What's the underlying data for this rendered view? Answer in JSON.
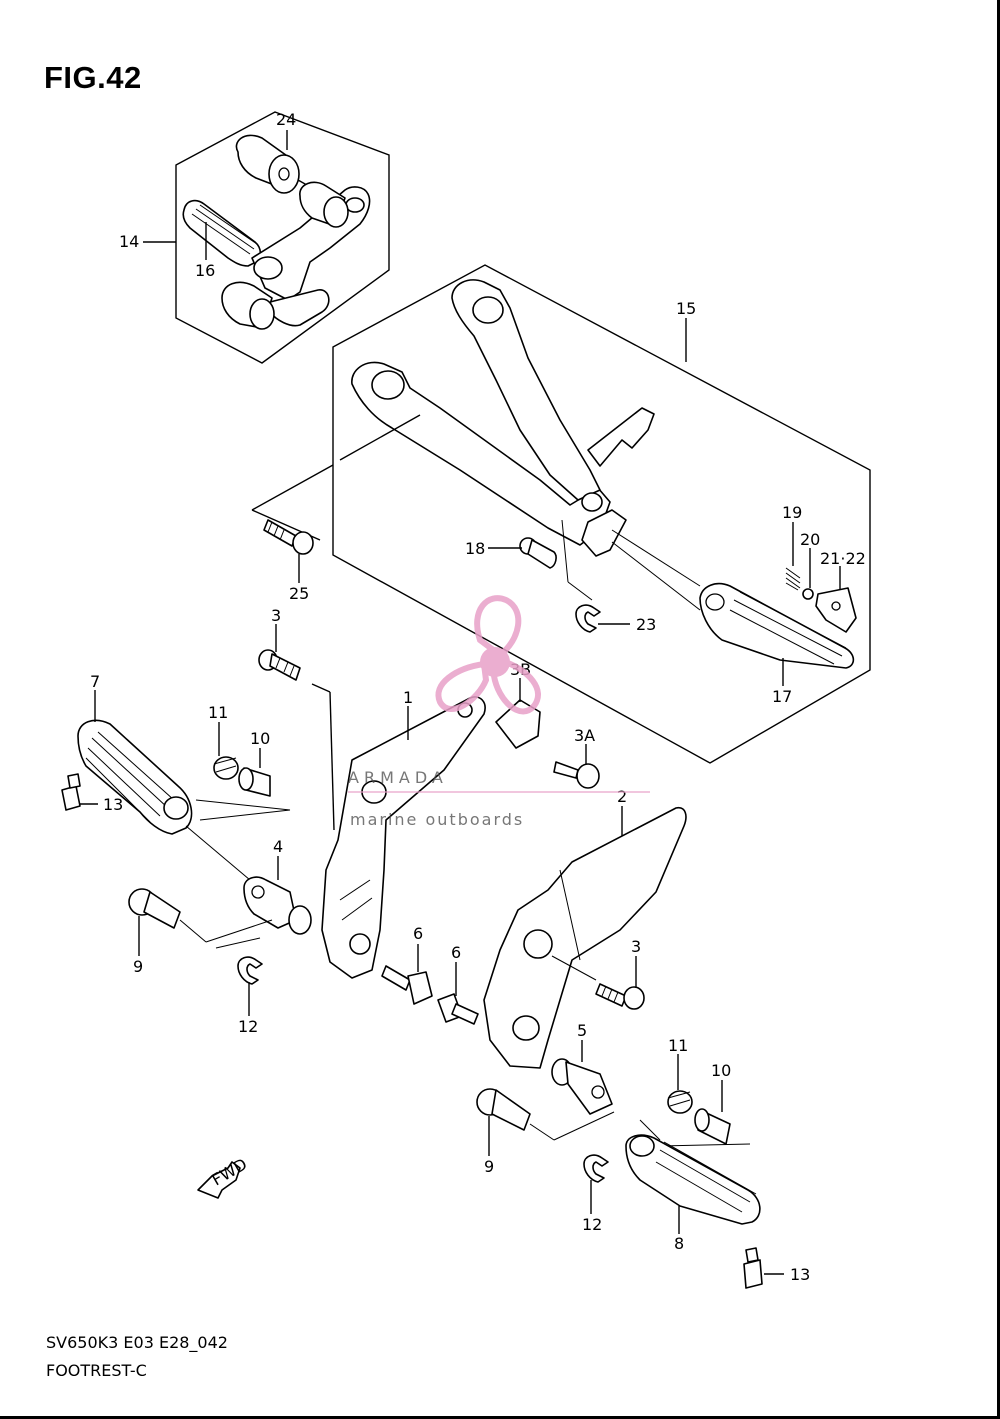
{
  "figure": {
    "title": "FIG.42",
    "code": "SV650K3 E03 E28_042",
    "name": "FOOTREST-C"
  },
  "watermark": {
    "brand": "ARMADA",
    "tagline": "marine outboards",
    "brand_color": "#e8a0c8"
  },
  "arrow": {
    "label": "FWD"
  },
  "callouts": {
    "c1": "1",
    "c2": "2",
    "c3a": "3",
    "c3b": "3",
    "c3A": "3A",
    "c3B": "3B",
    "c4": "4",
    "c5": "5",
    "c6a": "6",
    "c6b": "6",
    "c7": "7",
    "c8": "8",
    "c9a": "9",
    "c9b": "9",
    "c10a": "10",
    "c10b": "10",
    "c11a": "11",
    "c11b": "11",
    "c12a": "12",
    "c12b": "12",
    "c13a": "13",
    "c13b": "13",
    "c14": "14",
    "c15": "15",
    "c16": "16",
    "c17": "17",
    "c18": "18",
    "c19": "19",
    "c20": "20",
    "c2122": "21·22",
    "c23": "23",
    "c24": "24",
    "c25": "25"
  }
}
